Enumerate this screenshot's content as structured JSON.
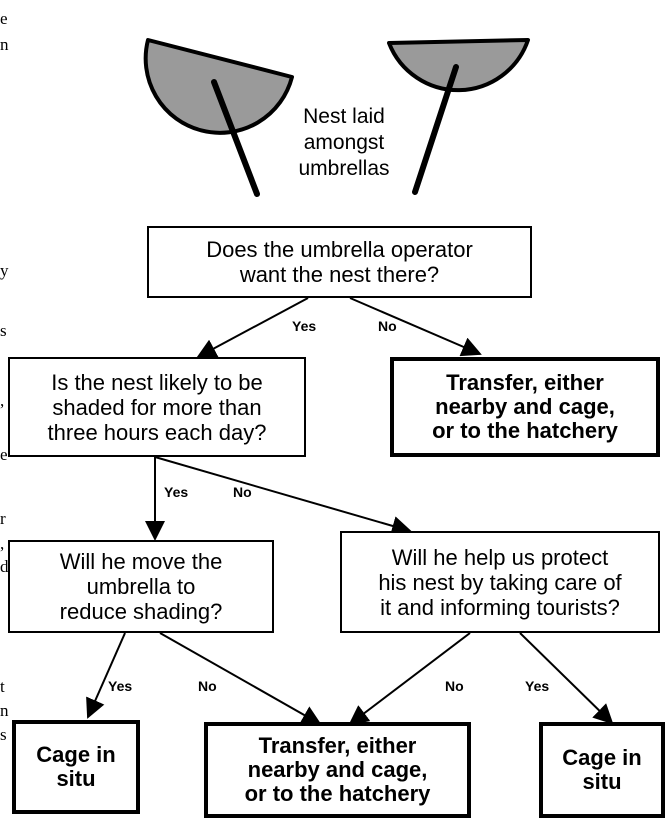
{
  "left_margin_fragments": [
    "e",
    "n",
    "y",
    "s",
    ",",
    "e",
    "r",
    ",",
    "d",
    "t",
    "n",
    "s"
  ],
  "header_text": "Nest laid\namongst\numbrellas",
  "nodes": {
    "q1": "Does the umbrella operator\nwant the nest there?",
    "transfer_top": "Transfer, either\nnearby and cage,\nor to the hatchery",
    "q2": "Is the nest likely to be\nshaded for more than\nthree hours each day?",
    "q3": "Will he move the\numbrella to\nreduce shading?",
    "q4": "Will he help us protect\nhis nest by taking care of\nit and informing tourists?",
    "cage_left": "Cage in\nsitu",
    "transfer_bottom": "Transfer, either\nnearby and cage,\nor to the hatchery",
    "cage_right": "Cage in\nsitu"
  },
  "edge_labels": {
    "q1_yes": "Yes",
    "q1_no": "No",
    "q2_yes": "Yes",
    "q2_no": "No",
    "q3_yes": "Yes",
    "q3_no": "No",
    "q4_no": "No",
    "q4_yes": "Yes"
  },
  "colors": {
    "umbrella_fill": "#9a9a9a",
    "line": "#000000"
  }
}
